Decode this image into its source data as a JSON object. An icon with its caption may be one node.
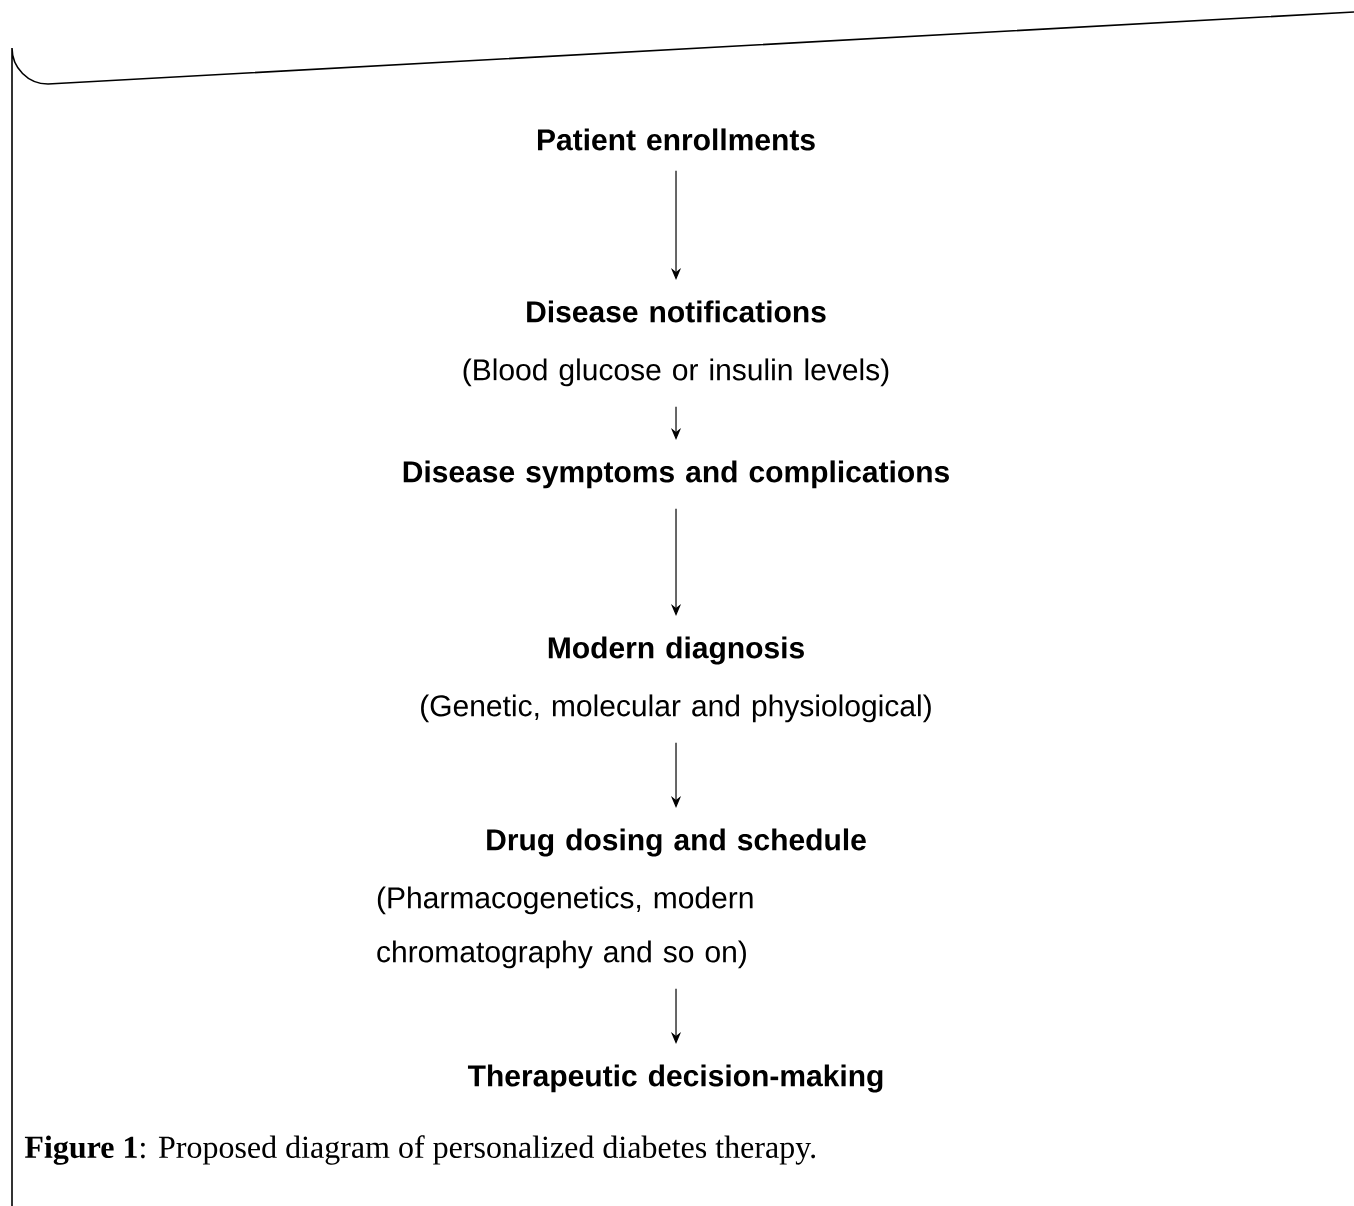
{
  "diagram": {
    "caption": "**Figure 1**: Proposed diagram of personalized diabetes therapy.",
    "nodes": [
      {
        "text": [
          "Patient enrollments"
        ]
      },
      {
        "text": [
          "Disease notifications",
          "(Blood glucose or insulin levels)"
        ]
      },
      {
        "text": [
          "Disease symptoms and complications"
        ]
      },
      {
        "text": [
          "Modern diagnosis",
          "(Genetic, molecular and physiological)"
        ]
      },
      {
        "text": [
          "Drug dosing and schedule",
          "(Pharmacogenetics, modern chromatography and so on)"
        ]
      },
      {
        "text": [
          "Therapeutic decision-making"
        ]
      }
    ],
    "edges": [
      {
        "from": 0,
        "to": 1,
        "arrow": "to"
      },
      {
        "from": 1,
        "to": 2,
        "arrow": "to"
      },
      {
        "from": 2,
        "to": 3,
        "arrow": "to"
      },
      {
        "from": 3,
        "to": 4,
        "arrow": "to"
      },
      {
        "from": 4,
        "to": 5,
        "arrow": "to"
      }
    ]
  }
}
